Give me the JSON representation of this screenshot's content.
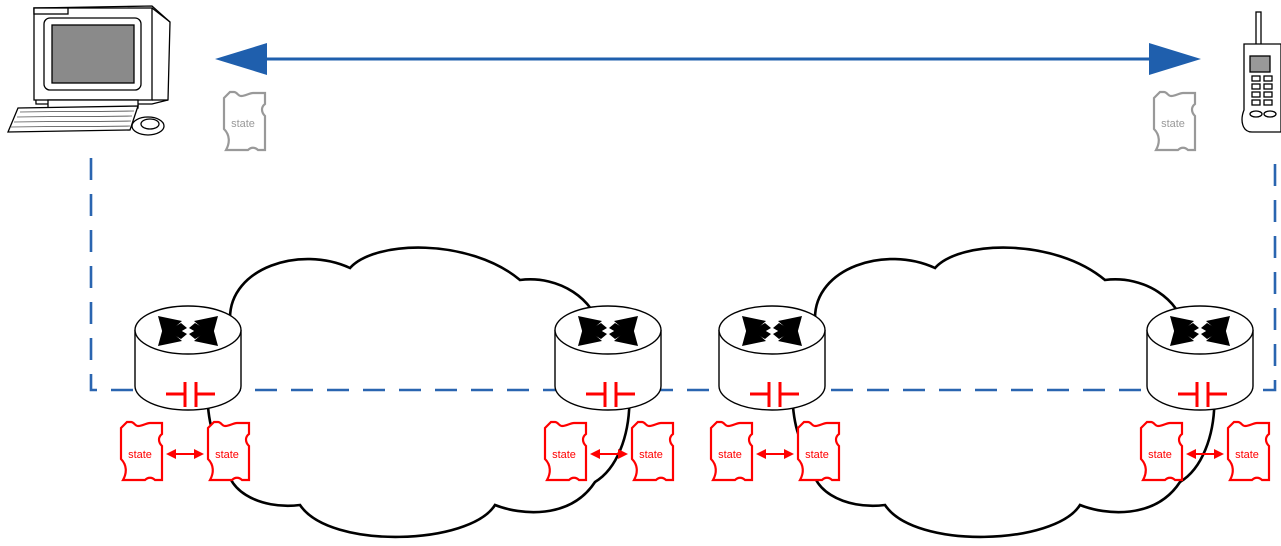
{
  "colors": {
    "end_to_end_arrow": "#1f5fad",
    "dashed_path": "#2a65b0",
    "network_state": "#ff0000",
    "endpoint_state": "#999999",
    "cloud_outline": "#000000"
  },
  "endpoints": {
    "left": {
      "icon": "desktop-computer-icon",
      "state_label": "state"
    },
    "right": {
      "icon": "mobile-phone-icon",
      "state_label": "state"
    }
  },
  "routers": [
    {
      "icon": "router-icon",
      "state_labels": [
        "state",
        "state"
      ]
    },
    {
      "icon": "router-icon",
      "state_labels": [
        "state",
        "state"
      ]
    },
    {
      "icon": "router-icon",
      "state_labels": [
        "state",
        "state"
      ]
    },
    {
      "icon": "router-icon",
      "state_labels": [
        "state",
        "state"
      ]
    }
  ],
  "clouds": [
    {
      "icon": "network-cloud-icon"
    },
    {
      "icon": "network-cloud-icon"
    }
  ]
}
